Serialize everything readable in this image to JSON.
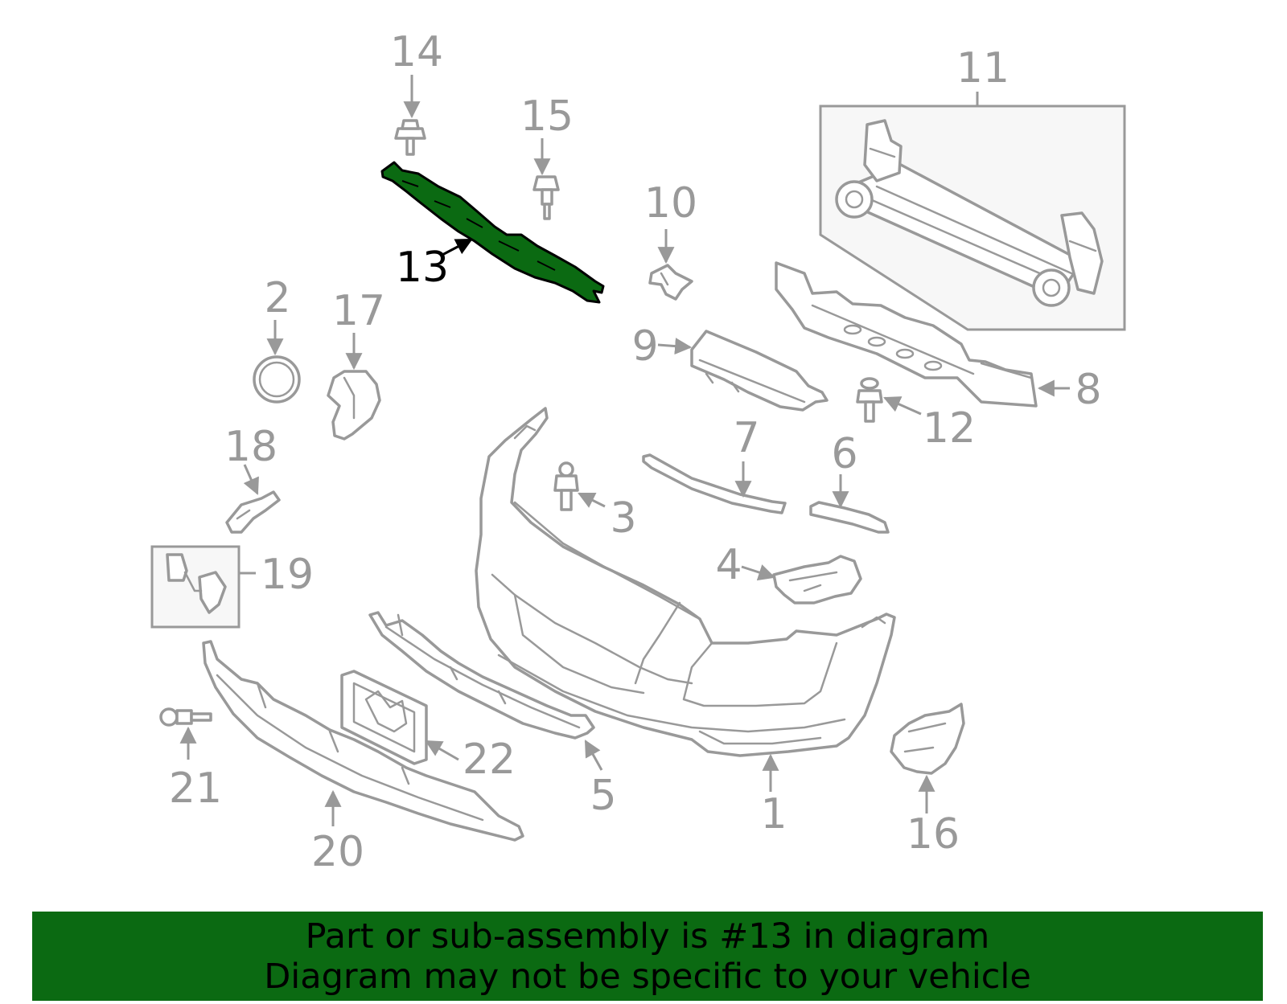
{
  "highlight_color": "#0b6a12",
  "callouts": {
    "c1": "1",
    "c2": "2",
    "c3": "3",
    "c4": "4",
    "c5": "5",
    "c6": "6",
    "c7": "7",
    "c8": "8",
    "c9": "9",
    "c10": "10",
    "c11": "11",
    "c12": "12",
    "c13": "13",
    "c14": "14",
    "c15": "15",
    "c16": "16",
    "c17": "17",
    "c18": "18",
    "c19": "19",
    "c20": "20",
    "c21": "21",
    "c22": "22"
  },
  "banner": {
    "line1": "Part or sub-assembly is #13 in diagram",
    "line2": "Diagram may not be specific to your vehicle"
  }
}
